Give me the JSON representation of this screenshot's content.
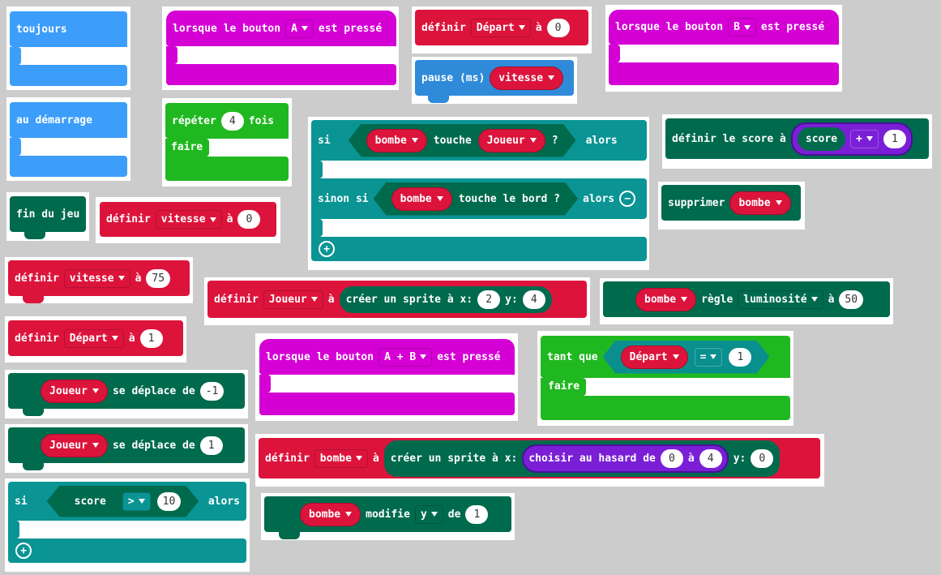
{
  "blocks": {
    "toujours": "toujours",
    "au_demarrage": "au démarrage",
    "fin_du_jeu": "fin du jeu",
    "lorsque": "lorsque le bouton",
    "est_presse": "est pressé",
    "btn_a": "A",
    "btn_b": "B",
    "btn_ab": "A + B",
    "definir": "définir",
    "a": "à",
    "depart": "Départ",
    "zero": "0",
    "one": "1",
    "pause": "pause (ms)",
    "vitesse": "vitesse",
    "repeter": "répéter",
    "repeat_count": "4",
    "fois": "fois",
    "faire": "faire",
    "si": "si",
    "bombe": "bombe",
    "touche": "touche",
    "joueur": "Joueur",
    "question": "?",
    "alors": "alors",
    "sinon_si": "sinon si",
    "touche_bord": "touche le bord ?",
    "definir_score": "définir le score à",
    "score": "score",
    "plus": "+",
    "supprimer": "supprimer",
    "seventy_five": "75",
    "creer_sprite": "créer un sprite à x:",
    "y_label": "y:",
    "two": "2",
    "four": "4",
    "regle_luminosite": "règle",
    "luminosite": "luminosité",
    "fifty": "50",
    "tant_que": "tant que",
    "equals": "=",
    "se_deplace": "se déplace de",
    "minus_one": "-1",
    "choisir_hasard": "choisir au hasard de",
    "gt": ">",
    "ten": "10",
    "modifie": "modifie",
    "y_axis": "y",
    "de": "de"
  },
  "colors": {
    "basic_blue": "#3c9dfa",
    "input_magenta": "#d400d4",
    "variable_red": "#dc143c",
    "sprite_green": "#006a4d",
    "loop_green": "#20b820",
    "logic_teal": "#0a9494",
    "math_purple": "#7a1fd6"
  }
}
